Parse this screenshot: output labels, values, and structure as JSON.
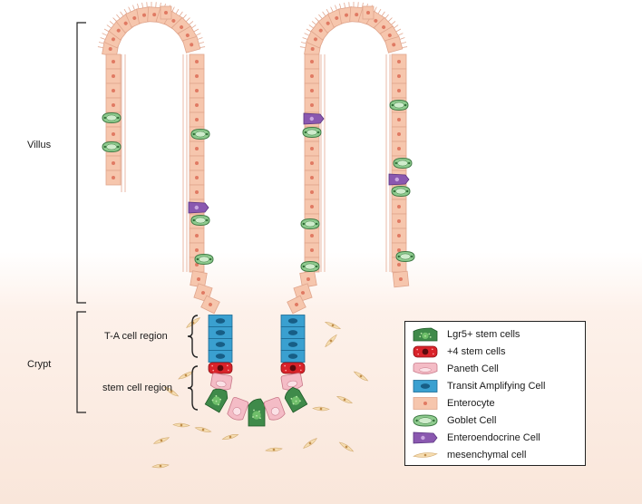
{
  "labels": {
    "villus": "Villus",
    "crypt": "Crypt",
    "ta_region": "T-A cell region",
    "stem_region": "stem cell region"
  },
  "legend": [
    {
      "id": "lgr5",
      "label": "Lgr5+ stem cells",
      "icon": "lgr5-stem-cell-icon",
      "color": "#3f8a4a"
    },
    {
      "id": "plus4",
      "label": "+4 stem cells",
      "icon": "plus4-stem-cell-icon",
      "color": "#d9232a"
    },
    {
      "id": "paneth",
      "label": "Paneth Cell",
      "icon": "paneth-cell-icon",
      "color": "#f4bcc6"
    },
    {
      "id": "ta",
      "label": "Transit Amplifying Cell",
      "icon": "transit-amplifying-cell-icon",
      "color": "#3aa0d0"
    },
    {
      "id": "entero",
      "label": "Enterocyte",
      "icon": "enterocyte-icon",
      "color": "#f6c6ad"
    },
    {
      "id": "goblet",
      "label": "Goblet Cell",
      "icon": "goblet-cell-icon",
      "color": "#8fcc8f"
    },
    {
      "id": "eec",
      "label": "Enteroendocrine Cell",
      "icon": "enteroendocrine-cell-icon",
      "color": "#8a58b0"
    },
    {
      "id": "mes",
      "label": "mesenchymal cell",
      "icon": "mesenchymal-cell-icon",
      "color": "#f5dcb0"
    }
  ]
}
